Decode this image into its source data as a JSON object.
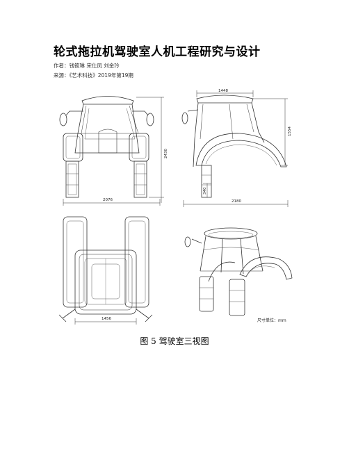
{
  "document": {
    "title": "轮式拖拉机驾驶室人机工程研究与设计",
    "author_line": "作者：钱筱琳 宋仕凤 刘金玲",
    "source_line": "来源：《艺术科技》2019年第19期",
    "caption": "图 5 驾驶室三视图"
  },
  "figure": {
    "dimensions": {
      "front_width": "2076",
      "front_height": "2430",
      "side_top_width": "1448",
      "side_height": "1554",
      "side_step": "340",
      "side_width": "2180",
      "top_width": "1456"
    },
    "unit_note": "尺寸单位：mm"
  }
}
